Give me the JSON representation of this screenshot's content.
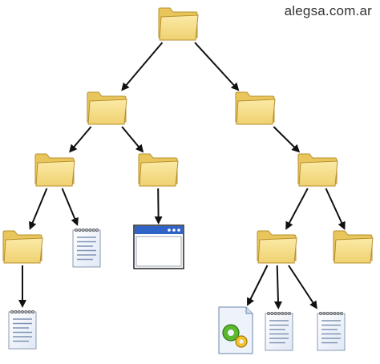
{
  "watermark": "alegsa.com.ar",
  "colors": {
    "folder_front": "#f7e08a",
    "folder_back": "#e9c65b",
    "folder_edge": "#b8902e",
    "arrow": "#111111",
    "window_title": "#2f63c8",
    "doc_edge": "#8a9bb0",
    "doc_lines": "#8093b5"
  },
  "nodes": [
    {
      "id": "root",
      "icon": "folder-icon",
      "children": [
        "left-folder",
        "right-folder"
      ]
    },
    {
      "id": "left-folder",
      "icon": "folder-icon",
      "children": [
        "left-left-folder",
        "left-right-folder"
      ]
    },
    {
      "id": "right-folder",
      "icon": "folder-icon",
      "children": [
        "right-sub-folder"
      ]
    },
    {
      "id": "left-left-folder",
      "icon": "folder-icon",
      "children": [
        "deep-folder",
        "document-1"
      ]
    },
    {
      "id": "left-right-folder",
      "icon": "folder-icon",
      "children": [
        "window-app"
      ]
    },
    {
      "id": "right-sub-folder",
      "icon": "folder-icon",
      "children": [
        "right-deep-folder",
        "right-leaf-folder"
      ]
    },
    {
      "id": "deep-folder",
      "icon": "folder-icon",
      "children": [
        "document-2"
      ]
    },
    {
      "id": "document-1",
      "icon": "document-icon",
      "children": []
    },
    {
      "id": "window-app",
      "icon": "application-window-icon",
      "children": []
    },
    {
      "id": "right-deep-folder",
      "icon": "folder-icon",
      "children": [
        "program-file",
        "document-3",
        "document-4"
      ]
    },
    {
      "id": "right-leaf-folder",
      "icon": "folder-icon",
      "children": []
    },
    {
      "id": "document-2",
      "icon": "document-icon",
      "children": []
    },
    {
      "id": "program-file",
      "icon": "program-file-icon",
      "children": []
    },
    {
      "id": "document-3",
      "icon": "document-icon",
      "children": []
    },
    {
      "id": "document-4",
      "icon": "document-icon",
      "children": []
    }
  ]
}
